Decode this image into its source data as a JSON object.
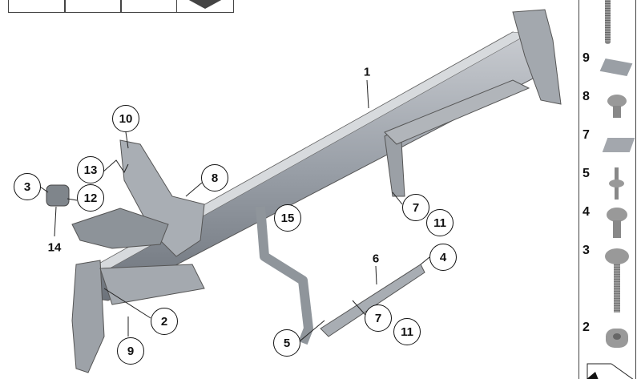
{
  "callouts": {
    "c1": "1",
    "c2": "2",
    "c3": "3",
    "c4": "4",
    "c5": "5",
    "c6": "6",
    "c7a": "7",
    "c7b": "7",
    "c8": "8",
    "c9": "9",
    "c10": "10",
    "c11a": "11",
    "c11b": "11",
    "c12": "12",
    "c13": "13",
    "c14": "14",
    "c15": "15"
  },
  "sidebar_parts": [
    "9",
    "8",
    "7",
    "5",
    "4",
    "3",
    "2"
  ]
}
